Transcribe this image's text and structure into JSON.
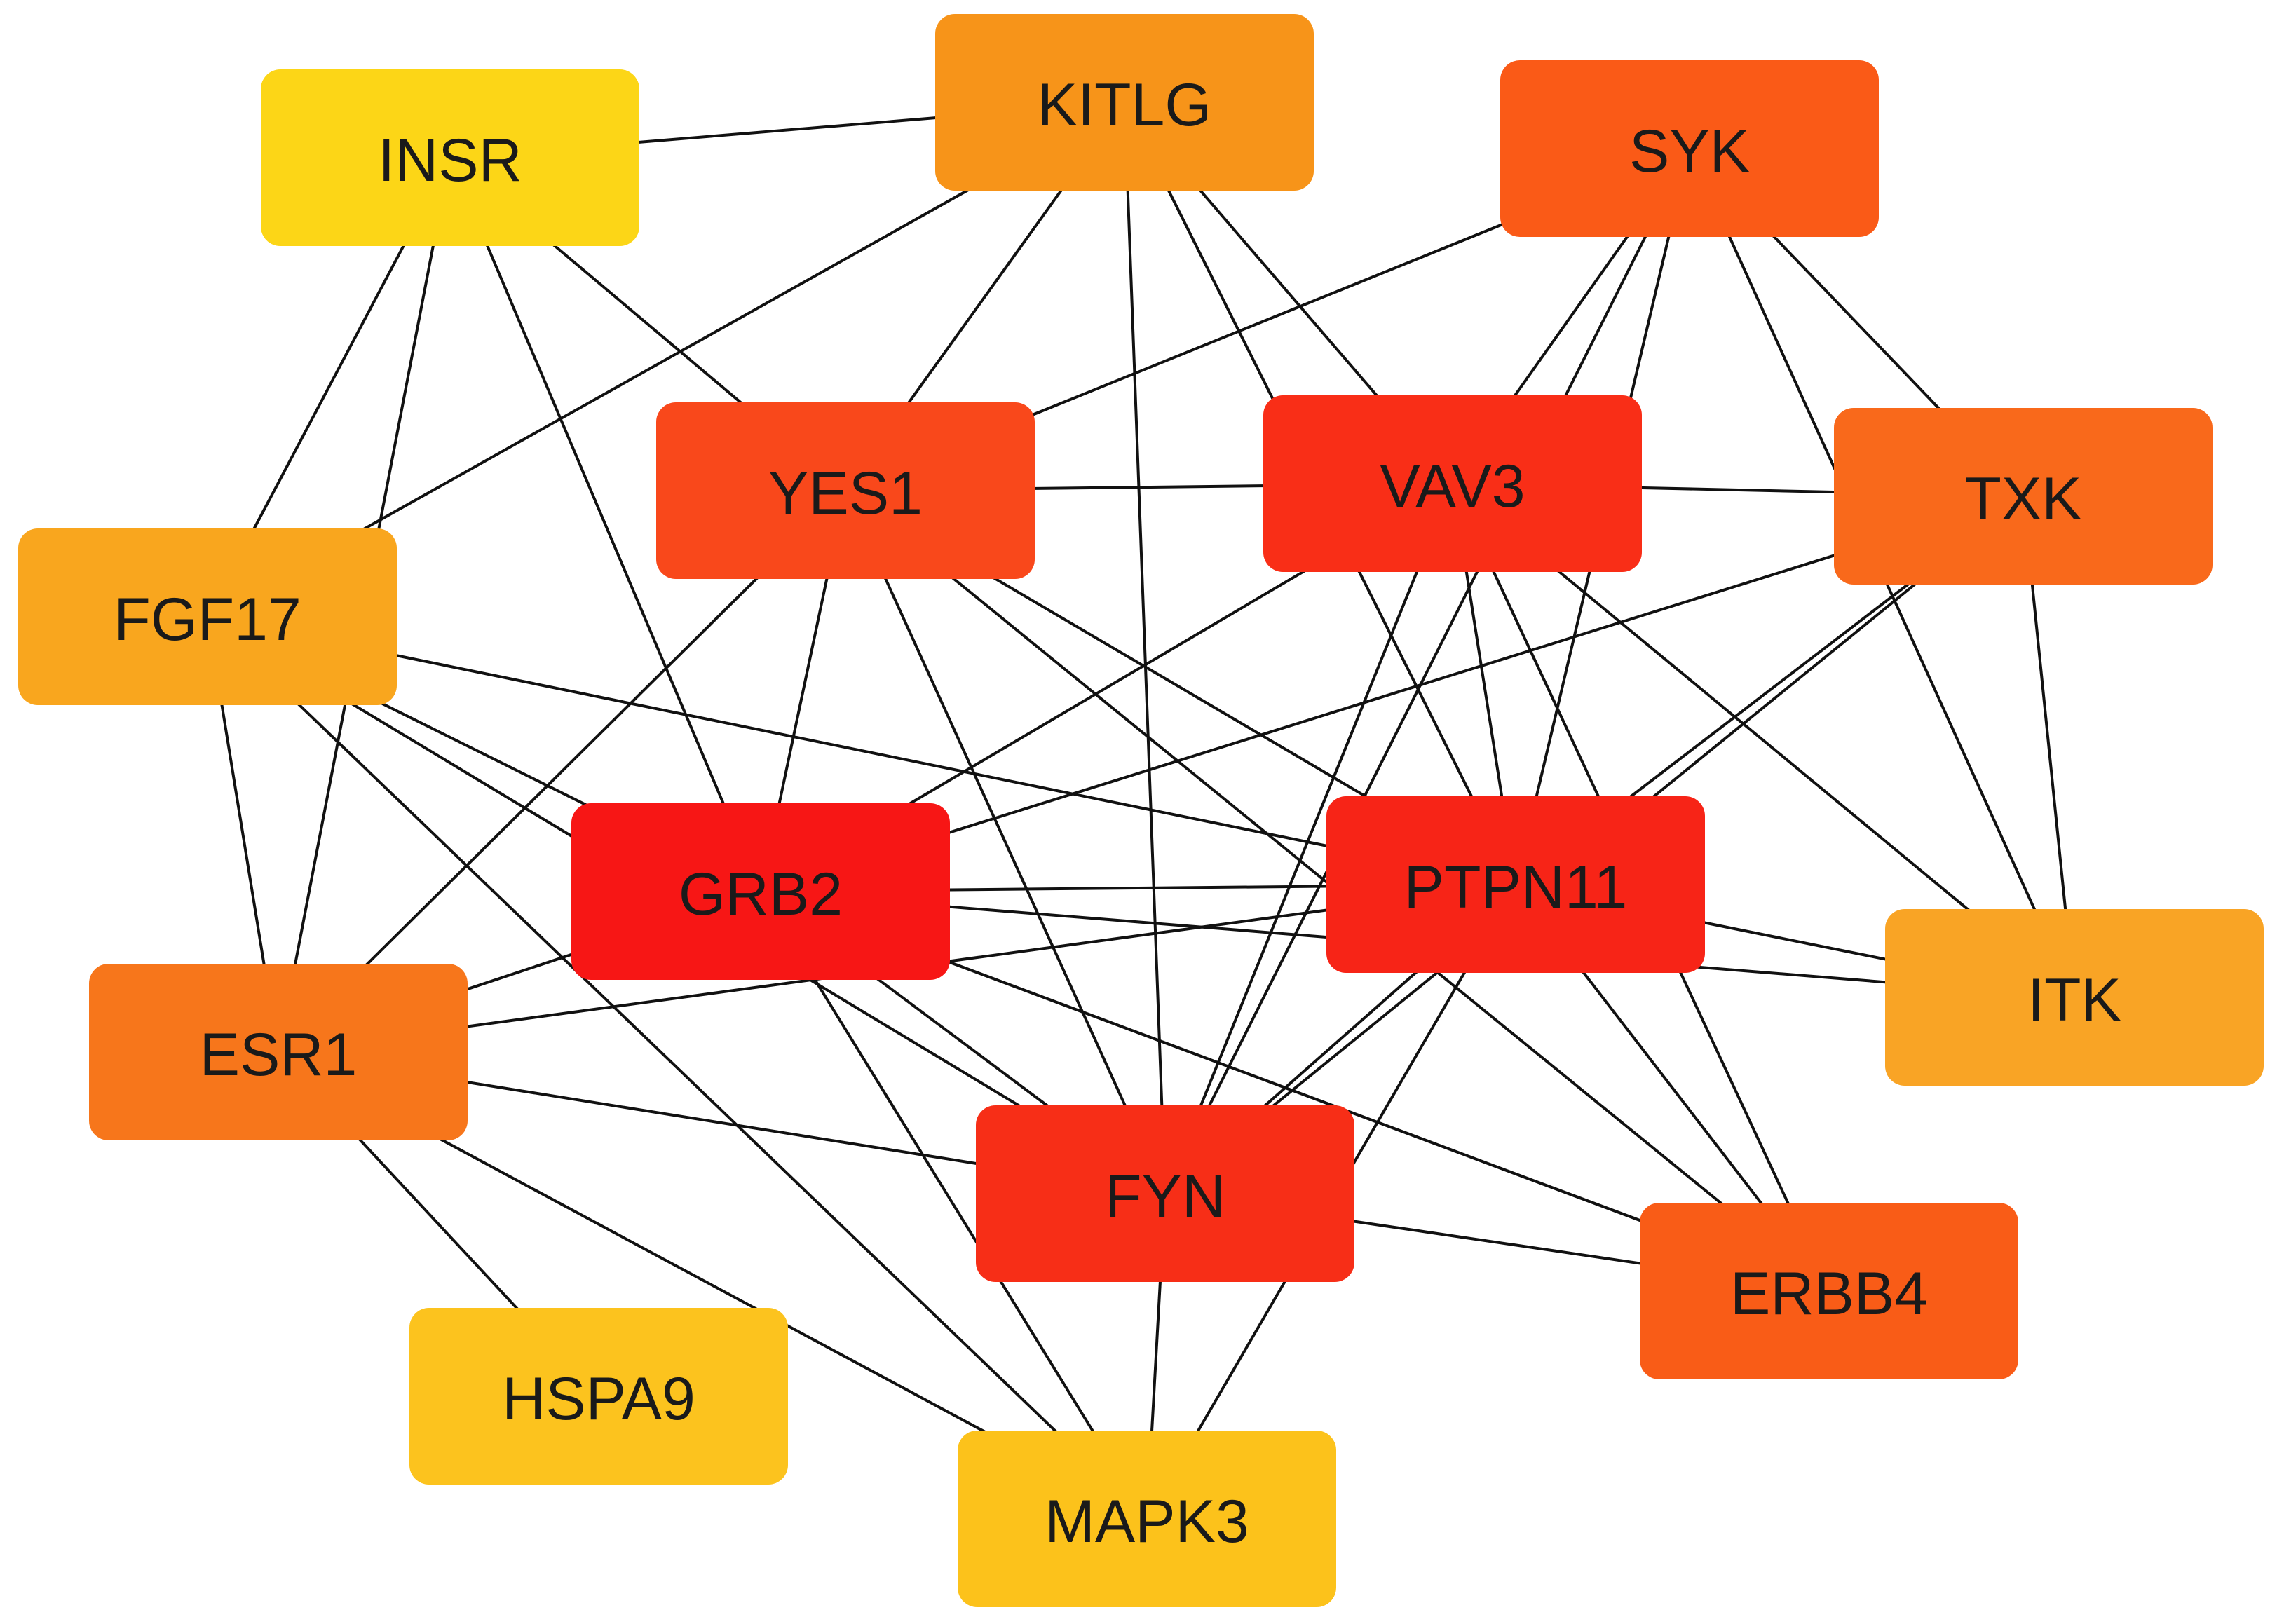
{
  "nodes": [
    {
      "id": "INSR",
      "label": "INSR",
      "color": "#FCD617"
    },
    {
      "id": "KITLG",
      "label": "KITLG",
      "color": "#F79419"
    },
    {
      "id": "SYK",
      "label": "SYK",
      "color": "#FA5A17"
    },
    {
      "id": "YES1",
      "label": "YES1",
      "color": "#F9481B"
    },
    {
      "id": "VAV3",
      "label": "VAV3",
      "color": "#F92E17"
    },
    {
      "id": "TXK",
      "label": "TXK",
      "color": "#F9691B"
    },
    {
      "id": "FGF17",
      "label": "FGF17",
      "color": "#F9A61E"
    },
    {
      "id": "GRB2",
      "label": "GRB2",
      "color": "#F71615"
    },
    {
      "id": "PTPN11",
      "label": "PTPN11",
      "color": "#F72417"
    },
    {
      "id": "ITK",
      "label": "ITK",
      "color": "#F9A425"
    },
    {
      "id": "ESR1",
      "label": "ESR1",
      "color": "#F7761B"
    },
    {
      "id": "FYN",
      "label": "FYN",
      "color": "#F72E17"
    },
    {
      "id": "ERBB4",
      "label": "ERBB4",
      "color": "#F95C17"
    },
    {
      "id": "HSPA9",
      "label": "HSPA9",
      "color": "#FCC31E"
    },
    {
      "id": "MAPK3",
      "label": "MAPK3",
      "color": "#FCC21B"
    }
  ],
  "edges": [
    [
      "INSR",
      "KITLG"
    ],
    [
      "INSR",
      "FGF17"
    ],
    [
      "INSR",
      "ESR1"
    ],
    [
      "INSR",
      "GRB2"
    ],
    [
      "INSR",
      "YES1"
    ],
    [
      "KITLG",
      "FGF17"
    ],
    [
      "KITLG",
      "YES1"
    ],
    [
      "KITLG",
      "VAV3"
    ],
    [
      "KITLG",
      "FYN"
    ],
    [
      "KITLG",
      "PTPN11"
    ],
    [
      "SYK",
      "YES1"
    ],
    [
      "SYK",
      "VAV3"
    ],
    [
      "SYK",
      "PTPN11"
    ],
    [
      "SYK",
      "TXK"
    ],
    [
      "SYK",
      "ITK"
    ],
    [
      "SYK",
      "FYN"
    ],
    [
      "YES1",
      "VAV3"
    ],
    [
      "YES1",
      "GRB2"
    ],
    [
      "YES1",
      "PTPN11"
    ],
    [
      "YES1",
      "FYN"
    ],
    [
      "YES1",
      "ESR1"
    ],
    [
      "YES1",
      "ERBB4"
    ],
    [
      "VAV3",
      "TXK"
    ],
    [
      "VAV3",
      "GRB2"
    ],
    [
      "VAV3",
      "PTPN11"
    ],
    [
      "VAV3",
      "FYN"
    ],
    [
      "VAV3",
      "ITK"
    ],
    [
      "VAV3",
      "ERBB4"
    ],
    [
      "TXK",
      "GRB2"
    ],
    [
      "TXK",
      "PTPN11"
    ],
    [
      "TXK",
      "ITK"
    ],
    [
      "TXK",
      "FYN"
    ],
    [
      "FGF17",
      "GRB2"
    ],
    [
      "FGF17",
      "PTPN11"
    ],
    [
      "FGF17",
      "ESR1"
    ],
    [
      "FGF17",
      "FYN"
    ],
    [
      "FGF17",
      "MAPK3"
    ],
    [
      "GRB2",
      "PTPN11"
    ],
    [
      "GRB2",
      "ESR1"
    ],
    [
      "GRB2",
      "FYN"
    ],
    [
      "GRB2",
      "ERBB4"
    ],
    [
      "GRB2",
      "ITK"
    ],
    [
      "GRB2",
      "MAPK3"
    ],
    [
      "PTPN11",
      "ITK"
    ],
    [
      "PTPN11",
      "ESR1"
    ],
    [
      "PTPN11",
      "FYN"
    ],
    [
      "PTPN11",
      "ERBB4"
    ],
    [
      "PTPN11",
      "MAPK3"
    ],
    [
      "ESR1",
      "FYN"
    ],
    [
      "ESR1",
      "HSPA9"
    ],
    [
      "ESR1",
      "MAPK3"
    ],
    [
      "FYN",
      "ERBB4"
    ],
    [
      "FYN",
      "MAPK3"
    ]
  ]
}
